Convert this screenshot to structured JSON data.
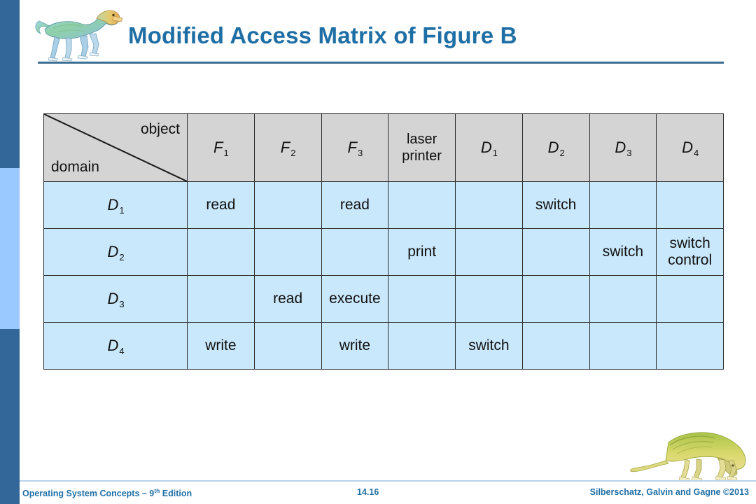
{
  "slide": {
    "title": "Modified Access Matrix of Figure B",
    "title_color": "#1F6FA5",
    "accent_dark": "#336699",
    "accent_light": "#99c9ff",
    "header_cell_color": "#d4d4d4",
    "body_cell_color": "#c9e8fb"
  },
  "decor": {
    "top_dino": "dinosaur-illustration",
    "bottom_dino": "dinosaur-illustration"
  },
  "matrix": {
    "corner": {
      "object_label": "object",
      "domain_label": "domain"
    },
    "columns": [
      {
        "base": "F",
        "sub": "1"
      },
      {
        "base": "F",
        "sub": "2"
      },
      {
        "base": "F",
        "sub": "3"
      },
      {
        "base": "laser printer",
        "sub": ""
      },
      {
        "base": "D",
        "sub": "1"
      },
      {
        "base": "D",
        "sub": "2"
      },
      {
        "base": "D",
        "sub": "3"
      },
      {
        "base": "D",
        "sub": "4"
      }
    ],
    "rows": [
      {
        "label_base": "D",
        "label_sub": "1",
        "cells": [
          "read",
          "",
          "read",
          "",
          "",
          "switch",
          "",
          ""
        ]
      },
      {
        "label_base": "D",
        "label_sub": "2",
        "cells": [
          "",
          "",
          "",
          "print",
          "",
          "",
          "switch",
          "switch control"
        ]
      },
      {
        "label_base": "D",
        "label_sub": "3",
        "cells": [
          "",
          "read",
          "execute",
          "",
          "",
          "",
          "",
          ""
        ]
      },
      {
        "label_base": "D",
        "label_sub": "4",
        "cells": [
          "write",
          "",
          "write",
          "",
          "switch",
          "",
          "",
          ""
        ]
      }
    ]
  },
  "footer": {
    "left_text": "Operating System Concepts – 9",
    "left_sup": "th",
    "left_tail": " Edition",
    "page_number": "14.16",
    "right_text": "Silberschatz, Galvin and Gagne ©2013"
  }
}
